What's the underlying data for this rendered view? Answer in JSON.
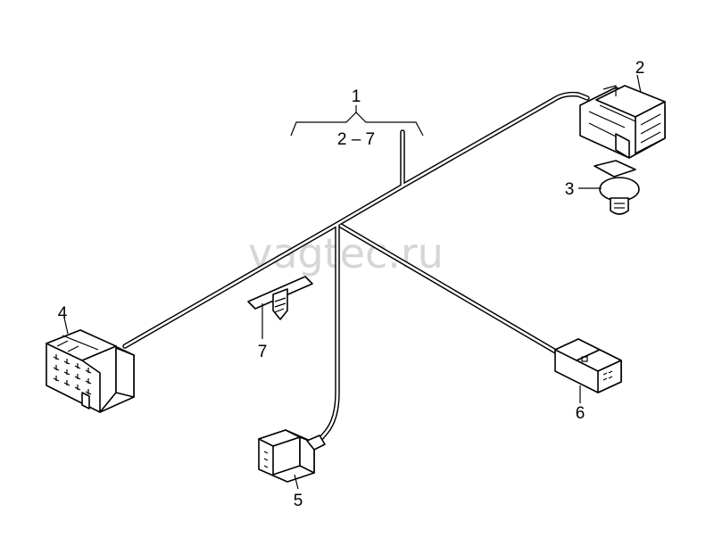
{
  "watermark": "vagtec.ru",
  "callouts": {
    "c1": "1",
    "range": "2 – 7",
    "c2": "2",
    "c3": "3",
    "c4": "4",
    "c5": "5",
    "c6": "6",
    "c7": "7"
  }
}
